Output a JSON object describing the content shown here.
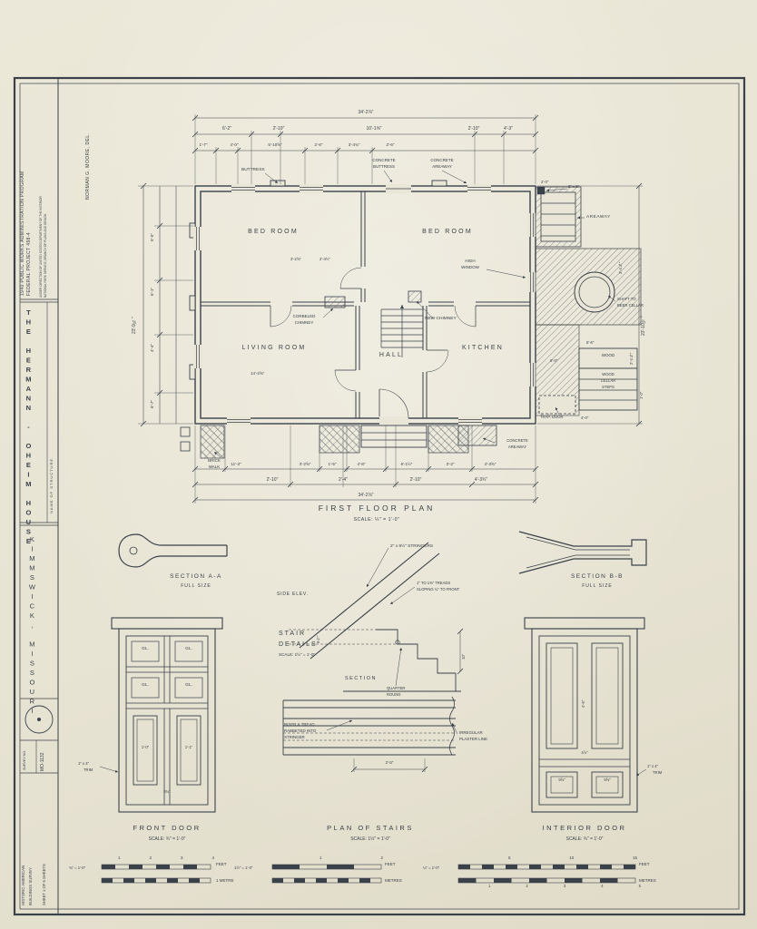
{
  "colors": {
    "paper": "#eae6d7",
    "ink": "#3a4149"
  },
  "band": {
    "wpa1": "1940 PUBLIC WORKS ADMINISTRATION PROGRAM",
    "wpa2": "FEDERAL PROJECT 498-4",
    "wpa3": "UNDER DIRECTION OF UNITED STATES DEPARTMENT OF THE INTERIOR",
    "wpa4": "NATIONAL PARK SERVICE, BRANCH OF PLANS AND DESIGN",
    "delineator": "NORMAN G. MOORE, DEL.",
    "structure_name": "THE HERMANN - OHEIM HOUSE",
    "structure_label": "NAME OF STRUCTURE",
    "location": "KIMMSWICK, MISSOURI",
    "survey_label": "SURVEY NO.",
    "survey_no": "MO-1132",
    "habs1": "HISTORIC AMERICAN",
    "habs2": "BUILDINGS SURVEY",
    "sheet": "SHEET 1 OF 6 SHEETS"
  },
  "plan": {
    "title": "FIRST FLOOR PLAN",
    "scale": "SCALE:  ¼\" = 1'-0\"",
    "rooms": {
      "bed1": "BED ROOM",
      "bed2": "BED ROOM",
      "living": "LIVING ROOM",
      "hall": "HALL",
      "kitchen": "KITCHEN"
    },
    "notes": {
      "buttress": "BUTTRESS",
      "conc_buttress1": "CONCRETE",
      "conc_buttress2": "BUTTRESS",
      "conc_area_top1": "CONCRETE",
      "conc_area_top2": "AREAWAY",
      "high_window1": "HIGH",
      "high_window2": "WINDOW",
      "corbeled1": "CORBELED",
      "corbeled2": "CHIMNEY",
      "new_chimney": "NEW CHIMNEY",
      "areaway": "AREAWAY",
      "post": "8\" x 8\"",
      "shaft1": "SHAFT TO",
      "shaft2": "BEER CELLAR",
      "wood": "WOOD",
      "wood_steps1": "WOOD",
      "wood_steps2": "CELLAR",
      "wood_steps3": "STEPS",
      "trap": "TRAP. DOOR",
      "brick1": "BRICK",
      "brick2": "WALK",
      "conc_area_bot1": "CONCRETE",
      "conc_area_bot2": "AREAWAY"
    },
    "dims": {
      "top_overall": "34'-2⅞\"",
      "top_mid": [
        "6'-2\"",
        "2'-10\"",
        "10'-1⅝\"",
        "2'-10\"",
        "4'-3\""
      ],
      "top_inner": [
        "1'-7\"",
        "4'-0\"",
        "5'-10⅝\"",
        "2'-6\"",
        "3'-4¾\"",
        "2'-6\""
      ],
      "bot_inner": [
        "11'-3\"",
        "3'-2⅝\"",
        "1'-5\"",
        "4'-8\"",
        "6'-1½\"",
        "3'-2\"",
        "4'-3⅝\""
      ],
      "bot_mid": [
        "2'-10\"",
        "2'-4\"",
        "2'-10\"",
        "4'-3¾\""
      ],
      "bot_overall": "34'-2⅞\"",
      "left_overall": "23'-9¾\"",
      "left_inner": [
        "5'-5\"",
        "6'-1\"",
        "4'-4\"",
        "6'-7\""
      ],
      "right_overall": "23'-10½\"",
      "right_misc": {
        "r1": "2'-0\"",
        "r2": "3'-4¾\"",
        "r3": "2'-4¾\"",
        "r4": "5'-6\"",
        "r5": "6'-0\"",
        "r6": "1'-0\"",
        "r7": "4'-0\""
      },
      "interior": {
        "i1": "3'-2⅝\"",
        "i2": "2'-4½\"",
        "i3": "14'-2⅝\""
      }
    }
  },
  "sections": {
    "a_title": "SECTION A-A",
    "a_sub": "FULL SIZE",
    "b_title": "SECTION B-B",
    "b_sub": "FULL SIZE"
  },
  "stair": {
    "title1": "STAIR",
    "title2": "DETAILS",
    "scale": "SCALE: 1½\" = 1'-0\"",
    "side_elev": "SIDE ELEV.",
    "stringers": "2\" x 9½\" STRINGERS",
    "treads1": "1\" TO 1⅜\" TREADS",
    "treads2": "SLOPING ¼\" TO FRONT",
    "section": "SECTION",
    "quarter1": "QUARTER",
    "quarter2": "ROUND",
    "dim_10": "10\"",
    "dim_9h": "9½\"",
    "dim_25": "2'-5\"",
    "riser1": "RISER & TREAD",
    "riser2": "RABBETED INTO",
    "riser3": "STRINGER",
    "plaster1": "IRREGULAR",
    "plaster2": "PLASTER LINE",
    "plan_title": "PLAN OF STAIRS",
    "plan_scale": "SCALE: 1½\" = 1'-0\""
  },
  "front_door": {
    "title": "FRONT DOOR",
    "scale": "SCALE: ¾\" = 1'-0\"",
    "gl": "GL.",
    "trim1": "1\" x 4\"",
    "trim2": "TRIM",
    "dim_left": "1'-0\"",
    "dim_right": "1'-1\"",
    "dim_mid": "4¾\""
  },
  "interior_door": {
    "title": "INTERIOR DOOR",
    "scale": "SCALE: ¾\" = 1'-0\"",
    "trim1": "1\" x 4\"",
    "trim2": "TRIM",
    "dim_p1": "9⅝\"",
    "dim_p2": "9⅝\"",
    "dim_stile": "4⅞\"",
    "dim_h": "4'-6\""
  },
  "scalebars": {
    "g1_ratio": "¾\" = 1'-0\"",
    "g1_nums": [
      "1",
      "2",
      "3",
      "4"
    ],
    "g1_feet": "FEET",
    "g1_metre": "1 METRE",
    "g2_ratio": "1½\" = 1'-0\"",
    "g2_nums": [
      "1",
      "2"
    ],
    "g2_feet": "FEET",
    "g2_metres": "METRES",
    "g3_ratio": "¼\" = 1'-0\"",
    "g3_feet_nums": [
      "5",
      "10",
      "15"
    ],
    "g3_feet": "FEET",
    "g3_metre_nums": [
      "1",
      "2",
      "3",
      "4",
      "5"
    ],
    "g3_metres": "METRES"
  }
}
